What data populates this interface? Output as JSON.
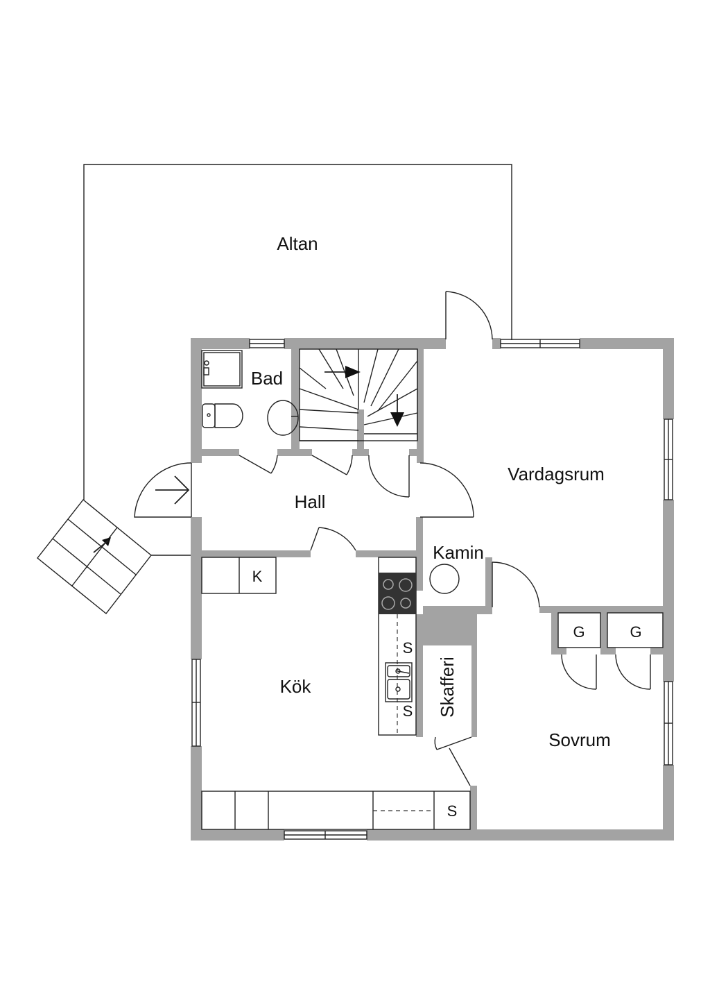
{
  "colors": {
    "wall": "#a3a3a3",
    "line": "#222222",
    "background": "#ffffff",
    "stove": "#333333"
  },
  "rooms": {
    "altan": "Altan",
    "bad": "Bad",
    "hall": "Hall",
    "vardagsrum": "Vardagsrum",
    "kamin": "Kamin",
    "kok": "Kök",
    "skafferi": "Skafferi",
    "sovrum": "Sovrum"
  },
  "fixtures": {
    "k_label": "K",
    "g_label_1": "G",
    "g_label_2": "G",
    "s_label_1": "S",
    "s_label_2": "S",
    "s_label_3": "S"
  },
  "icons": [
    "stair-arrow-icon",
    "entry-arrow-icon",
    "shower-icon",
    "toilet-icon",
    "sink-icon",
    "stove-icon",
    "kitchen-sink-icon",
    "fireplace-icon"
  ]
}
